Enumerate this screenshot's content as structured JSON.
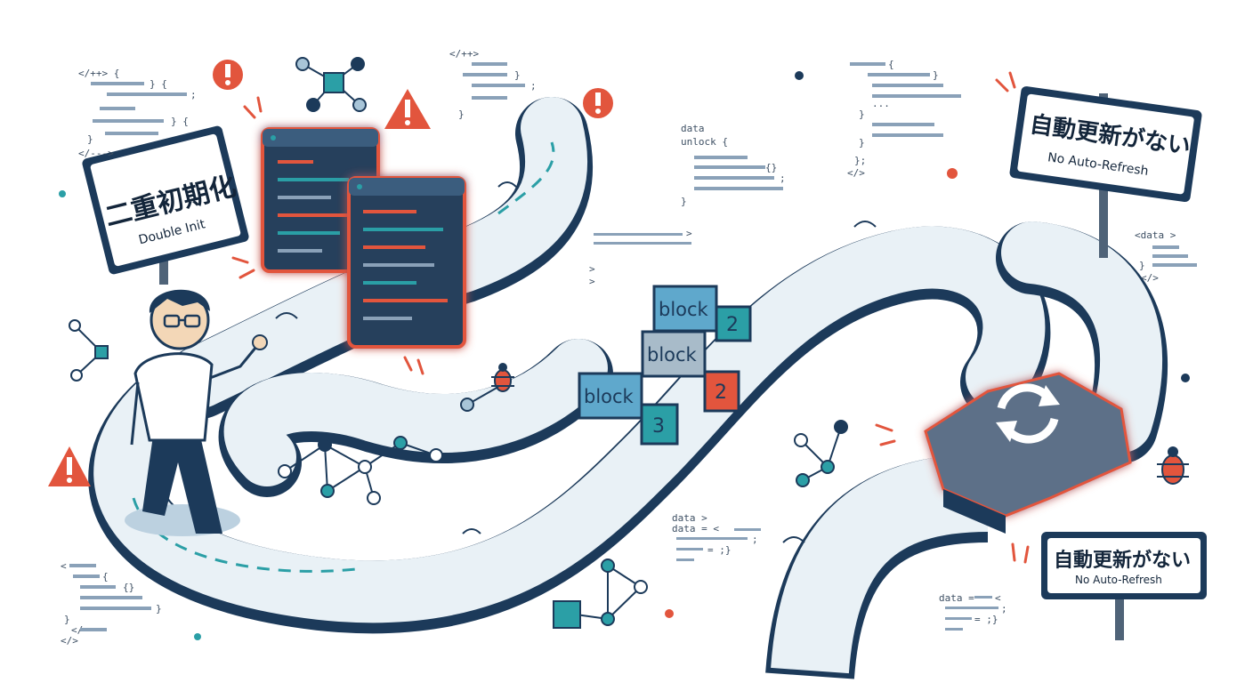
{
  "signs": {
    "double_init": {
      "title": "二重初期化",
      "subtitle": "Double Init"
    },
    "no_refresh_top": {
      "title": "自動更新がない",
      "subtitle": "No Auto-Refresh"
    },
    "no_refresh_bottom": {
      "title": "自動更新がない",
      "subtitle": "No Auto-Refresh"
    }
  },
  "blocks": [
    {
      "label": "block",
      "number": "2"
    },
    {
      "label": "block",
      "number": "2"
    },
    {
      "label": "block",
      "number": "3"
    }
  ],
  "snippets": {
    "top_left": [
      "</++> {",
      "} {",
      ";",
      "} {",
      "}",
      "</--->"
    ],
    "top_center": [
      "</++>",
      "}",
      ";",
      "}"
    ],
    "data_unlock": [
      "data",
      "unlock {",
      "{}",
      ";",
      "}"
    ],
    "top_right": [
      "{",
      "}",
      "...",
      "}",
      "}",
      "};",
      "</>"
    ],
    "right_mid": [
      "<data >",
      "}",
      "</>"
    ],
    "center_mid": [
      ">",
      ">",
      ">"
    ],
    "bottom_center": [
      "data >",
      "data = <",
      ";",
      "= ;}"
    ],
    "bottom_left": [
      "<",
      "{",
      "{}",
      "}",
      "}",
      "</",
      "</>"
    ],
    "bottom_right": [
      "data =",
      "<",
      ";",
      "= ;}"
    ]
  },
  "colors": {
    "navy": "#1c3a5a",
    "road": "#e9f1f6",
    "teal": "#2b9fa6",
    "warning": "#e2553d",
    "screen": "#25405c"
  }
}
